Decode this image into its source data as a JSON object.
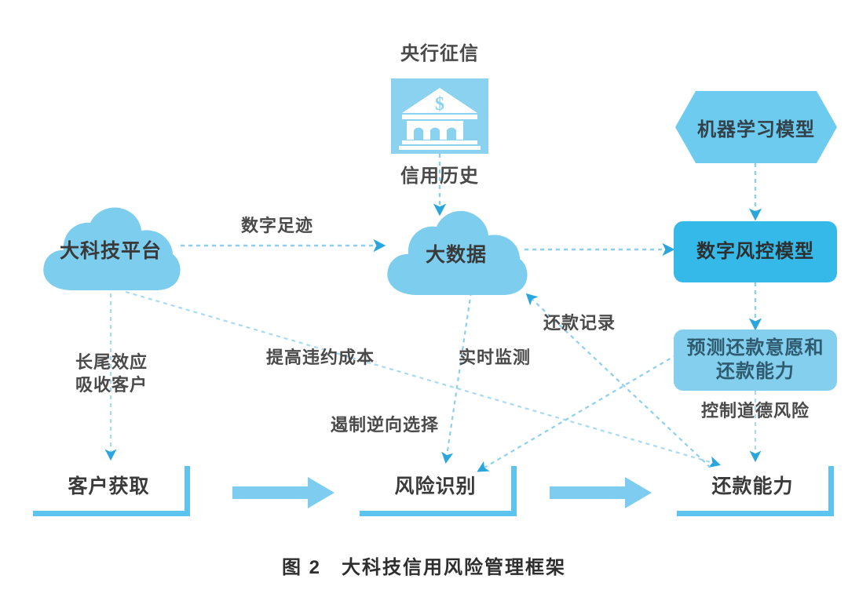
{
  "figure": {
    "caption_number": "图 2",
    "caption_title": "大科技信用风险管理框架",
    "caption_full": "图 2　大科技信用风险管理框架"
  },
  "colors": {
    "cloud_fill": "#7ccdee",
    "icon_fill": "#8ad2f0",
    "box_dark": "#35b9e8",
    "box_light": "#85cfee",
    "hexagon_fill": "#6ecbf0",
    "bracket_border": "#5cc4ee",
    "connector": "#8ecfee",
    "arrow_block": "#7ecdf0",
    "text_dark": "#3a3a3a",
    "background": "#ffffff"
  },
  "nodes": {
    "central_bank": {
      "label": "央行征信",
      "icon": "bank-icon",
      "shape": "icon-tile"
    },
    "bigtech_platform": {
      "label": "大科技平台",
      "shape": "cloud"
    },
    "big_data": {
      "label": "大数据",
      "shape": "cloud"
    },
    "ml_model": {
      "label": "机器学习模型",
      "shape": "hexagon"
    },
    "digital_risk_model": {
      "label": "数字风控模型",
      "shape": "rounded-rect-dark"
    },
    "predict_willingness": {
      "label": "预测还款意愿和\n还款能力",
      "shape": "rounded-rect-light"
    },
    "customer_acquisition": {
      "label": "客户获取",
      "shape": "bracket"
    },
    "risk_identification": {
      "label": "风险识别",
      "shape": "bracket"
    },
    "repayment_ability": {
      "label": "还款能力",
      "shape": "bracket"
    }
  },
  "edge_labels": {
    "credit_history": "信用历史",
    "digital_footprint": "数字足迹",
    "long_tail": "长尾效应\n吸收客户",
    "raise_default_cost": "提高违约成本",
    "curb_adverse_selection": "遏制逆向选择",
    "realtime_monitoring": "实时监测",
    "repayment_record": "还款记录",
    "control_moral_hazard": "控制道德风险"
  },
  "edges": [
    {
      "from": "central_bank",
      "to": "big_data",
      "label": "信用历史",
      "style": "dashed-arrow"
    },
    {
      "from": "bigtech_platform",
      "to": "big_data",
      "label": "数字足迹",
      "style": "dashed-arrow"
    },
    {
      "from": "big_data",
      "to": "digital_risk_model",
      "label": "",
      "style": "dashed-arrow"
    },
    {
      "from": "ml_model",
      "to": "digital_risk_model",
      "label": "",
      "style": "dashed-arrow"
    },
    {
      "from": "digital_risk_model",
      "to": "predict_willingness",
      "label": "",
      "style": "dashed-arrow"
    },
    {
      "from": "bigtech_platform",
      "to": "customer_acquisition",
      "label": "长尾效应\n吸收客户",
      "style": "dashed-arrow"
    },
    {
      "from": "bigtech_platform",
      "to": "repayment_ability",
      "label": "提高违约成本",
      "style": "dashed-arrow"
    },
    {
      "from": "big_data",
      "to": "risk_identification",
      "label": "实时监测",
      "style": "dashed-arrow"
    },
    {
      "from": "predict_willingness",
      "to": "risk_identification",
      "label": "遏制逆向选择",
      "style": "dashed-arrow"
    },
    {
      "from": "repayment_ability",
      "to": "big_data",
      "label": "还款记录",
      "style": "dashed-arrow"
    },
    {
      "from": "predict_willingness",
      "to": "repayment_ability",
      "label": "控制道德风险",
      "style": "dashed-arrow"
    },
    {
      "from": "customer_acquisition",
      "to": "risk_identification",
      "label": "",
      "style": "block-arrow"
    },
    {
      "from": "risk_identification",
      "to": "repayment_ability",
      "label": "",
      "style": "block-arrow"
    }
  ]
}
